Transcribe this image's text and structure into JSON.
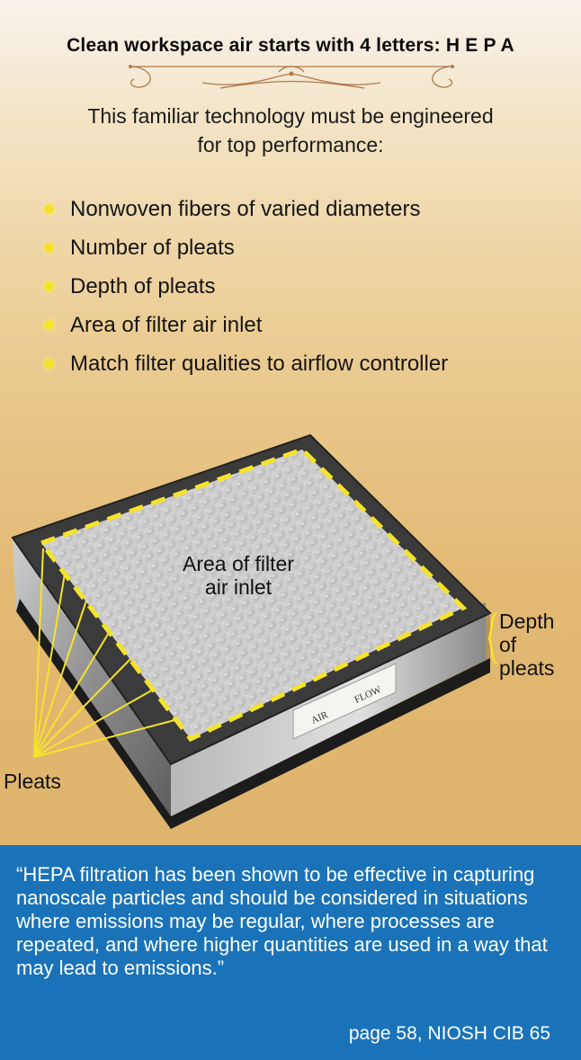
{
  "header": {
    "title": "Clean workspace air starts with 4 letters: H E P A",
    "subtitle_line1": "This familiar technology must be engineered",
    "subtitle_line2": "for top performance:"
  },
  "bullets": [
    "Nonwoven fibers of varied diameters",
    "Number of pleats",
    "Depth of pleats",
    "Area of filter air inlet",
    "Match filter qualities to airflow controller"
  ],
  "diagram": {
    "area_label_line1": "Area of filter",
    "area_label_line2": "air inlet",
    "depth_label_line1": "Depth",
    "depth_label_line2": "of",
    "depth_label_line3": "pleats",
    "pleats_label": "Pleats",
    "sticker_text_1": "AIR",
    "sticker_text_2": "FLOW"
  },
  "quote": {
    "text": "“HEPA filtration has been shown to be effective in capturing nanoscale particles and should be considered in situations where emissions may be regular, where processes are repeated, and where higher quantities are used in a way that may lead to emissions.”",
    "citation": "page 58, NIOSH CIB 65"
  },
  "colors": {
    "background_top": "#f8f3ec",
    "background_bottom": "#dcb066",
    "bullet_dot": "#f5e32a",
    "highlight_line": "#f5e32a",
    "quote_panel": "#1a73b8"
  }
}
